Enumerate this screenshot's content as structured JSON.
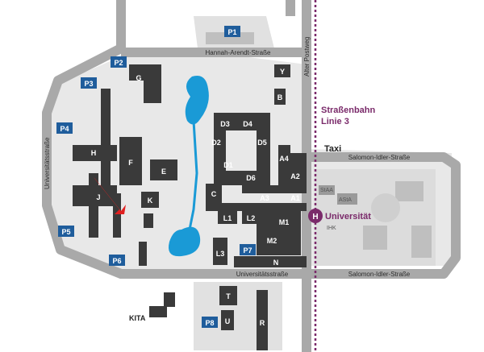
{
  "roads": {
    "hannah_arendt": "Hannah-Arendt-Straße",
    "alter_postweg": "Alter Postweg",
    "universitaetsstrasse_west": "Universitätsstraße",
    "universitaetsstrasse_south": "Universitätsstraße",
    "salomon_idler_north": "Salomon-Idler-Straße",
    "salomon_idler_south": "Salomon-Idler-Straße"
  },
  "tram": {
    "line1": "Straßenbahn",
    "line2": "Linie 3"
  },
  "stop": {
    "symbol": "H",
    "name": "Universität"
  },
  "taxi": "Taxi",
  "kita": "KITA",
  "small_labels": {
    "stasta": "StAA",
    "asta": "AStA",
    "ihk": "IHK"
  },
  "parking": [
    "P1",
    "P2",
    "P3",
    "P4",
    "P5",
    "P6",
    "P7",
    "P8"
  ],
  "buildings": {
    "G": "G",
    "Y": "Y",
    "B": "B",
    "H": "H",
    "F": "F",
    "E": "E",
    "J": "J",
    "K": "K",
    "C": "C",
    "D1": "D1",
    "D2": "D2",
    "D3": "D3",
    "D4": "D4",
    "D5": "D5",
    "D6": "D6",
    "A1": "A1",
    "A2": "A2",
    "A3": "A3",
    "A4": "A4",
    "L1": "L1",
    "L2": "L2",
    "L3": "L3",
    "M1": "M1",
    "M2": "M2",
    "N": "N",
    "T": "T",
    "U": "U",
    "R": "R"
  },
  "colors": {
    "road": "#a9a9a9",
    "campus": "#e8e8e8",
    "building": "#3a3a3a",
    "light_building": "#bfbfbf",
    "water": "#1a9ad6",
    "parking": "#1f5d9c",
    "tram": "#7a2a6a",
    "arrow": "#e02020"
  }
}
